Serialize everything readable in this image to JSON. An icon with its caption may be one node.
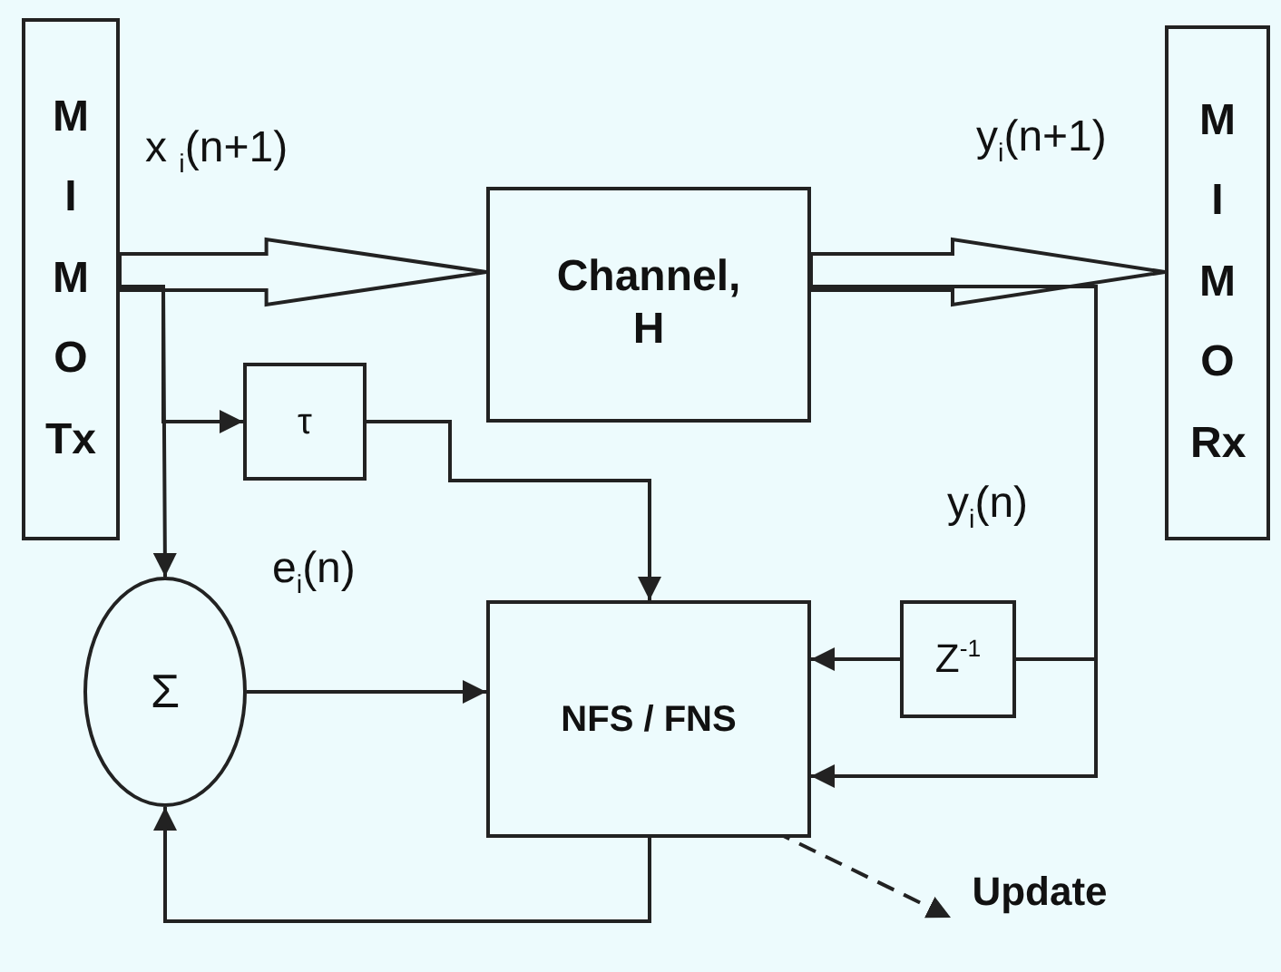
{
  "diagram": {
    "nodes": [
      {
        "text": [
          "M I M O Tx"
        ]
      },
      {
        "text": [
          "Channel, H"
        ]
      },
      {
        "text": [
          "M I M O Rx"
        ]
      },
      {
        "text": [
          "τ"
        ]
      },
      {
        "text": [
          "Σ"
        ]
      },
      {
        "text": [
          "NFS / FNS"
        ]
      },
      {
        "text": [
          "Z$^{-1}$"
        ]
      },
      {
        "text": [
          "Update"
        ]
      }
    ],
    "edges": [
      {
        "from": 0,
        "to": 1,
        "arrow": "to",
        "style": "thick"
      },
      {
        "from": 1,
        "to": 2,
        "arrow": "to",
        "style": "thick"
      },
      {
        "from": 0,
        "to": 3,
        "arrow": "to"
      },
      {
        "from": 0,
        "to": 4,
        "arrow": "to"
      },
      {
        "from": 3,
        "to": 5,
        "arrow": "to"
      },
      {
        "from": 4,
        "to": 5,
        "arrow": "to"
      },
      {
        "from": 1,
        "to": 6,
        "arrow": "none"
      },
      {
        "from": 6,
        "to": 5,
        "arrow": "to"
      },
      {
        "from": 1,
        "to": 5,
        "arrow": "to"
      },
      {
        "from": 5,
        "to": 4,
        "arrow": "to"
      },
      {
        "from": 5,
        "to": 7,
        "arrow": "to",
        "style": "dashed"
      }
    ],
    "labels": [
      "x $_{i}$(n+1)",
      "y$_{i}$(n+1)",
      "y$_{i}$(n)",
      "e$_{i}$(n)"
    ]
  }
}
